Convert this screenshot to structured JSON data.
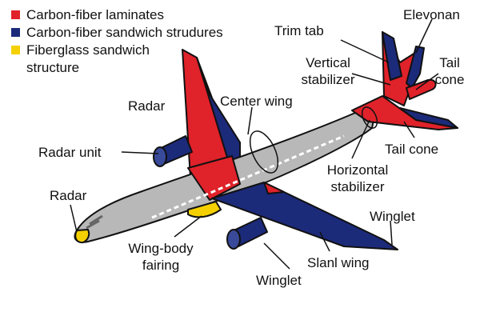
{
  "legend": [
    {
      "label": "Carbon-fiber laminates",
      "color": "#e0222a"
    },
    {
      "label": "Carbon-fiber sandwich strudures",
      "color": "#1c2a7a"
    },
    {
      "label": "Fiberglass sandwich structure",
      "color": "#f5d000"
    }
  ],
  "colors": {
    "laminate": "#e0222a",
    "sandwich": "#1c2a7a",
    "fiberglass": "#f5d000",
    "fuselage": "#b8b8b8",
    "outline": "#111111"
  },
  "labels": {
    "elevonan": "Elevonan",
    "trim_tab": "Trim tab",
    "vertical_stabilizer": "Vertical stabilizer",
    "tail_cone_top": "Tail cone",
    "radar_upper": "Radar",
    "center_wing": "Center wing",
    "radar_unit": "Radar unit",
    "tail_cone_bottom": "Tail cone",
    "horizontal_stabilizer": "Horizontal stabilizer",
    "radar_nose": "Radar",
    "winglet_right": "Winglet",
    "wing_body_fairing": "Wing-body fairing",
    "slanl_wing": "Slanl wing",
    "winglet_bottom": "Winglet"
  }
}
